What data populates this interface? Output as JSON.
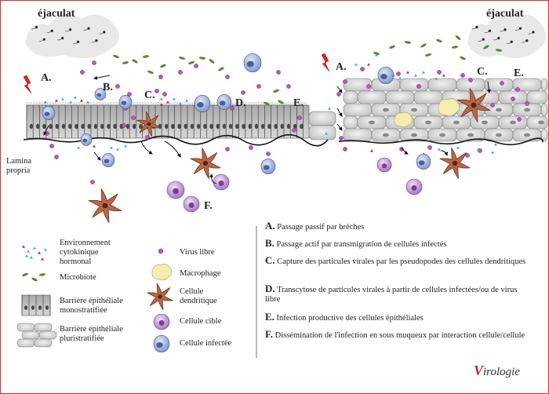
{
  "labels": {
    "ejaculat_left": "éjaculat",
    "ejaculat_right": "éjaculat",
    "lamina_propria": "Lamina\npropria"
  },
  "diagram_letters": [
    "A.",
    "B.",
    "C.",
    "D.",
    "E.",
    "F."
  ],
  "diagram_letters_right": [
    "A.",
    "C.",
    "E."
  ],
  "legend_left": [
    {
      "key": "env",
      "label": "Environnement\ncytokinique\nhormonal"
    },
    {
      "key": "microbiote",
      "label": "Microbiote"
    },
    {
      "key": "mono",
      "label": "Barrière épithéliale\nmonostratifiée"
    },
    {
      "key": "pluri",
      "label": "Barrière épithéliale\npluristratifiée"
    }
  ],
  "legend_mid": [
    {
      "key": "virus",
      "label": "Virus libre"
    },
    {
      "key": "macrophage",
      "label": "Macrophage"
    },
    {
      "key": "dendritic",
      "label": "Cellule\ndendritique"
    },
    {
      "key": "target",
      "label": "Cellule cible"
    },
    {
      "key": "infected",
      "label": "Cellule infectée"
    }
  ],
  "steps": [
    {
      "letter": "A.",
      "text": "Passage passif par brèches"
    },
    {
      "letter": "B.",
      "text": "Passage actif par transmigration de cellules infectés"
    },
    {
      "letter": "C.",
      "text": "Capture des particules virales par les pseudopodes des cellules dendritiques"
    },
    {
      "letter": "D.",
      "text": "Transcytose de particules virales à partir de cellules infectées/ou de virus libre"
    },
    {
      "letter": "E.",
      "text": "Infection productive des cellules épithéliales"
    },
    {
      "letter": "F.",
      "text": "Dissémination de l'infection en sous muqueux par interaction cellule/cellule"
    }
  ],
  "logo": {
    "first": "V",
    "rest": "irologie"
  },
  "colors": {
    "frame": "#e32b2b",
    "virus": "#b45ab4",
    "infected": "#8ea4d6",
    "target": "#b78bd0",
    "dendritic": "#b86848",
    "macrophage": "#f3edb0",
    "microbiote": "#5a8a2c",
    "cytokine_blue": "#2ab0dd",
    "cytokine_red": "#d02020",
    "epithelium": "#c9c9c9"
  }
}
